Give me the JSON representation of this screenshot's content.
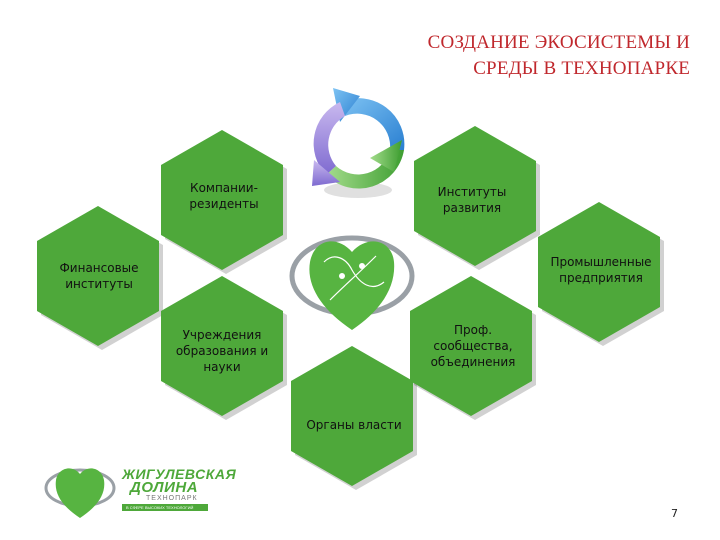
{
  "title": {
    "line1": "СОЗДАНИЕ ЭКОСИСТЕМЫ И",
    "line2": "СРЕДЫ В ТЕХНОПАРКЕ"
  },
  "nodes": {
    "residents": "Компании-\nрезиденты",
    "development": "Институты\nразвития",
    "finance": "Финансовые\nинституты",
    "industry": "Промышленные\nпредприятия",
    "education": "Учреждения\nобразования и\nнауки",
    "communities": "Проф.\nсообщества,\nобъединения",
    "government": "Органы власти"
  },
  "logo": {
    "name_line1": "ЖИГУЛЕВСКАЯ",
    "name_line2": "ДОЛИНА",
    "name_line3": "ТЕХНОПАРК",
    "tagline": "В СФЕРЕ ВЫСОКИХ ТЕХНОЛОГИЙ"
  },
  "page_number": "7",
  "colors": {
    "hex_green": "#4ea83a",
    "title_red": "#c0282d",
    "arrow_blue": "#3b8fd9",
    "arrow_green": "#49a83c"
  }
}
